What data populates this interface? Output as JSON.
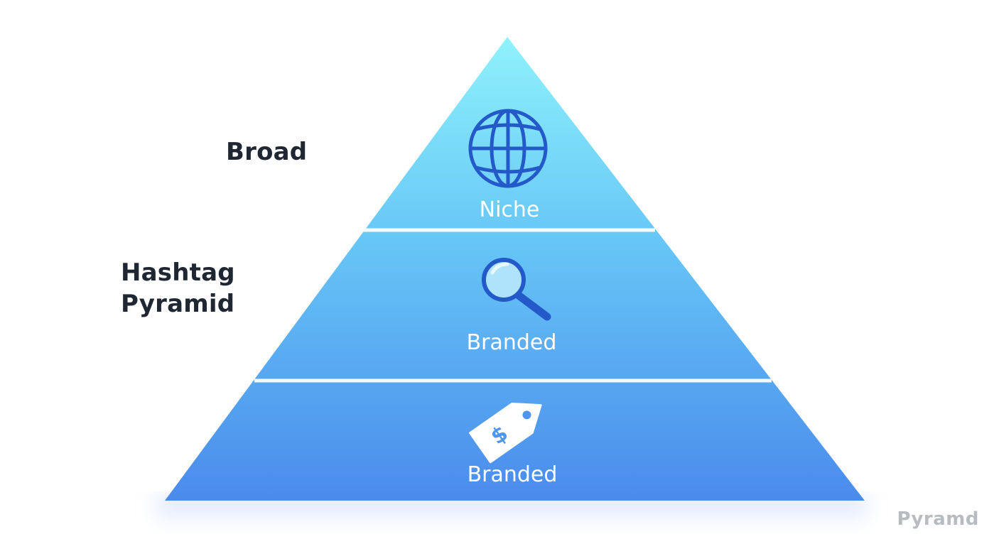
{
  "side_labels": {
    "broad": "Broad",
    "title_line1": "Hashtag",
    "title_line2": "Pyramid"
  },
  "tiers": [
    {
      "label": "Niche",
      "icon": "globe-icon"
    },
    {
      "label": "Branded",
      "icon": "magnifier-icon"
    },
    {
      "label": "Branded",
      "icon": "price-tag-icon"
    }
  ],
  "tag_symbol": "$",
  "watermark": "Pyramd",
  "colors": {
    "tier_top": "#86ecfa",
    "tier_bottom": "#4b91ee",
    "icon_blue": "#2459c9",
    "text_dark": "#1f2733",
    "watermark": "#b8bcc2"
  }
}
